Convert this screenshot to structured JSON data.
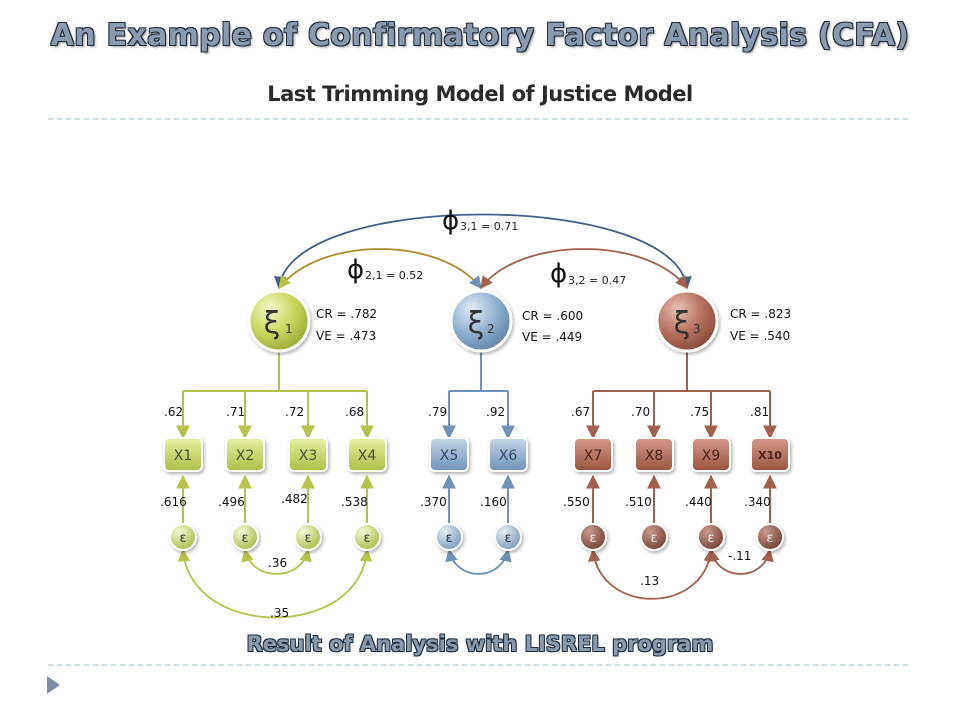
{
  "title": "An Example of Confirmatory Factor Analysis (CFA)",
  "subtitle": "Last Trimming Model of Justice Model",
  "footer": "Result of Analysis with LISREL program",
  "colors": {
    "green": "#c8d55a",
    "blue": "#8fb0d0",
    "red": "#b56f5c",
    "title_fill": "#8a9bb0",
    "divider": "#a9c3d6"
  },
  "phi_symbol": "ϕ",
  "correlations": {
    "phi31": "3,1 = 0.71",
    "phi21": "2,1 = 0.52",
    "phi32": "3,2 = 0.47"
  },
  "factors": [
    {
      "symbol": "ξ",
      "sub": "1",
      "cr": "CR = .782",
      "ve": "VE = .473"
    },
    {
      "symbol": "ξ",
      "sub": "2",
      "cr": "CR = .600",
      "ve": "VE = .449"
    },
    {
      "symbol": "ξ",
      "sub": "3",
      "cr": "CR = .823",
      "ve": "VE = .540"
    }
  ],
  "indicators": [
    {
      "name": "X1",
      "loading": ".62",
      "error_var": ".616"
    },
    {
      "name": "X2",
      "loading": ".71",
      "error_var": ".496"
    },
    {
      "name": "X3",
      "loading": ".72",
      "error_var": ".482"
    },
    {
      "name": "X4",
      "loading": ".68",
      "error_var": ".538"
    },
    {
      "name": "X5",
      "loading": ".79",
      "error_var": ".370"
    },
    {
      "name": "X6",
      "loading": ".92",
      "error_var": ".160"
    },
    {
      "name": "X7",
      "loading": ".67",
      "error_var": ".550"
    },
    {
      "name": "X8",
      "loading": ".70",
      "error_var": ".510"
    },
    {
      "name": "X9",
      "loading": ".75",
      "error_var": ".440"
    },
    {
      "name": "X10",
      "loading": ".81",
      "error_var": ".340"
    }
  ],
  "error_symbol": "ε",
  "error_covariances": [
    {
      "label": ".36"
    },
    {
      "label": ".35"
    },
    {
      "label": ".13"
    },
    {
      "label": "-.11"
    }
  ]
}
